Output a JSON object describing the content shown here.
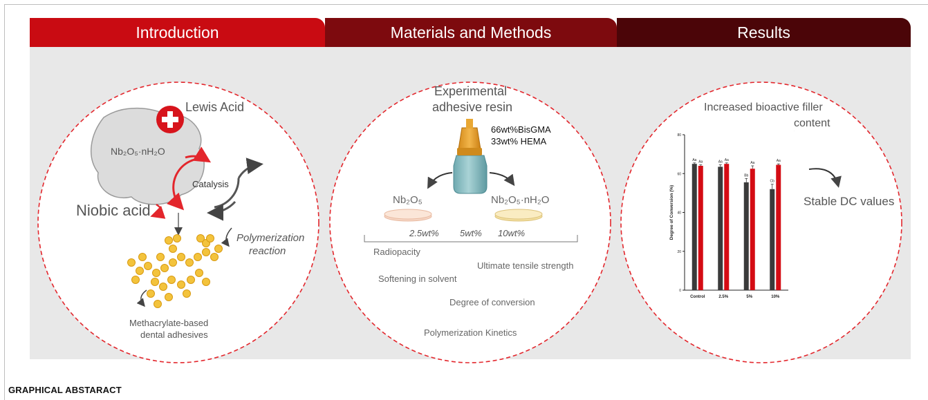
{
  "tabs": {
    "introduction": "Introduction",
    "methods": "Materials and Methods",
    "results": "Results"
  },
  "intro": {
    "lewis_acid": "Lewis Acid",
    "formula": "Nb₂O₅·nH₂O",
    "catalysis": "Catalysis",
    "niobic_acid": "Niobic acid",
    "polymerization_1": "Polymerization",
    "polymerization_2": "reaction",
    "adhesives_1": "Methacrylate-based",
    "adhesives_2": "dental adhesives"
  },
  "methods": {
    "resin_1": "Experimental",
    "resin_2": "adhesive resin",
    "comp_1": "66wt%BisGMA",
    "comp_2": "33wt% HEMA",
    "filler_a": "Nb₂O₅",
    "filler_b": "Nb₂O₅·nH₂O",
    "conc_1": "2.5wt%",
    "conc_2": "5wt%",
    "conc_3": "10wt%",
    "tests": [
      "Radiopacity",
      "Ultimate tensile strength",
      "Softening in solvent",
      "Degree of conversion",
      "Polymerization Kinetics"
    ]
  },
  "results": {
    "increased_1": "Increased bioactive filler",
    "increased_2": "content",
    "stable": "Stable DC values"
  },
  "chart_data": {
    "type": "bar",
    "categories": [
      "Control",
      "2.5%",
      "5%",
      "10%"
    ],
    "series": [
      {
        "color": "#3a3a3a",
        "values": [
          65,
          63.5,
          55.5,
          52
        ],
        "errors": [
          0.5,
          1,
          2,
          2.5
        ],
        "labels": [
          "Aa",
          "Aa",
          "Bb",
          "Cb"
        ]
      },
      {
        "color": "#d40c14",
        "values": [
          64,
          65,
          62.5,
          64.5
        ],
        "errors": [
          0.5,
          0.5,
          1.5,
          0.5
        ],
        "labels": [
          "Aa",
          "Aa",
          "Aa",
          "Aa"
        ]
      }
    ],
    "ylabel": "Degree of Conversion (%)",
    "ylim": [
      0,
      80
    ],
    "yticks": [
      0,
      20,
      40,
      60,
      80
    ]
  },
  "footer": "GRAPHICAL ABSTARACT"
}
